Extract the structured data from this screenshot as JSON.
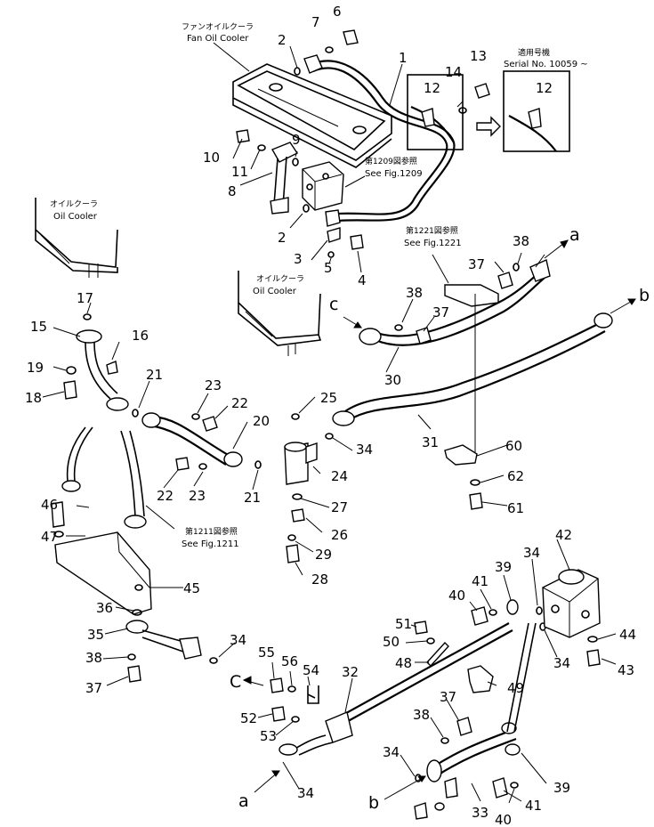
{
  "captions": {
    "fan_oil_cooler_jp": "ファンオイルクーラ",
    "fan_oil_cooler_en": "Fan Oil Cooler",
    "oil_cooler_left_jp": "オイルクーラ",
    "oil_cooler_left_en": "Oil Cooler",
    "oil_cooler_mid_jp": "オイルクーラ",
    "oil_cooler_mid_en": "Oil Cooler",
    "ref_1209_jp": "第1209図参照",
    "ref_1209_en": "See Fig.1209",
    "ref_1221_jp": "第1221図参照",
    "ref_1221_en": "See Fig.1221",
    "ref_1211_jp": "第1211図参照",
    "ref_1211_en": "See Fig.1211",
    "serial_jp": "適用号機",
    "serial_en": "Serial No. 10059 ~"
  },
  "letters": {
    "a_top": "a",
    "b_top": "b",
    "c_top": "c",
    "c_bottom": "C",
    "a_bottom": "a",
    "b_bottom": "b"
  },
  "part_numbers": {
    "p1": "1",
    "p2a": "2",
    "p2b": "2",
    "p3": "3",
    "p4": "4",
    "p5": "5",
    "p6": "6",
    "p7": "7",
    "p8": "8",
    "p9": "9",
    "p10": "10",
    "p11": "11",
    "p12a": "12",
    "p12b": "12",
    "p13": "13",
    "p14": "14",
    "p15": "15",
    "p16": "16",
    "p17": "17",
    "p18": "18",
    "p19": "19",
    "p20": "20",
    "p21a": "21",
    "p21b": "21",
    "p22a": "22",
    "p22b": "22",
    "p23a": "23",
    "p23b": "23",
    "p24": "24",
    "p25": "25",
    "p26": "26",
    "p27": "27",
    "p28": "28",
    "p29": "29",
    "p30": "30",
    "p31": "31",
    "p32": "32",
    "p33": "33",
    "p34a": "34",
    "p34b": "34",
    "p34c": "34",
    "p34d": "34",
    "p34e": "34",
    "p34f": "34",
    "p35": "35",
    "p36": "36",
    "p37a": "37",
    "p37b": "37",
    "p37c": "37",
    "p37d": "37",
    "p38a": "38",
    "p38b": "38",
    "p38c": "38",
    "p38d": "38",
    "p39a": "39",
    "p39b": "39",
    "p40a": "40",
    "p40b": "40",
    "p41a": "41",
    "p41b": "41",
    "p42": "42",
    "p43": "43",
    "p44": "44",
    "p45": "45",
    "p46": "46",
    "p47": "47",
    "p48": "48",
    "p49": "49",
    "p50": "50",
    "p51": "51",
    "p52": "52",
    "p53": "53",
    "p54": "54",
    "p55": "55",
    "p56": "56",
    "p60": "60",
    "p61": "61",
    "p62": "62"
  }
}
